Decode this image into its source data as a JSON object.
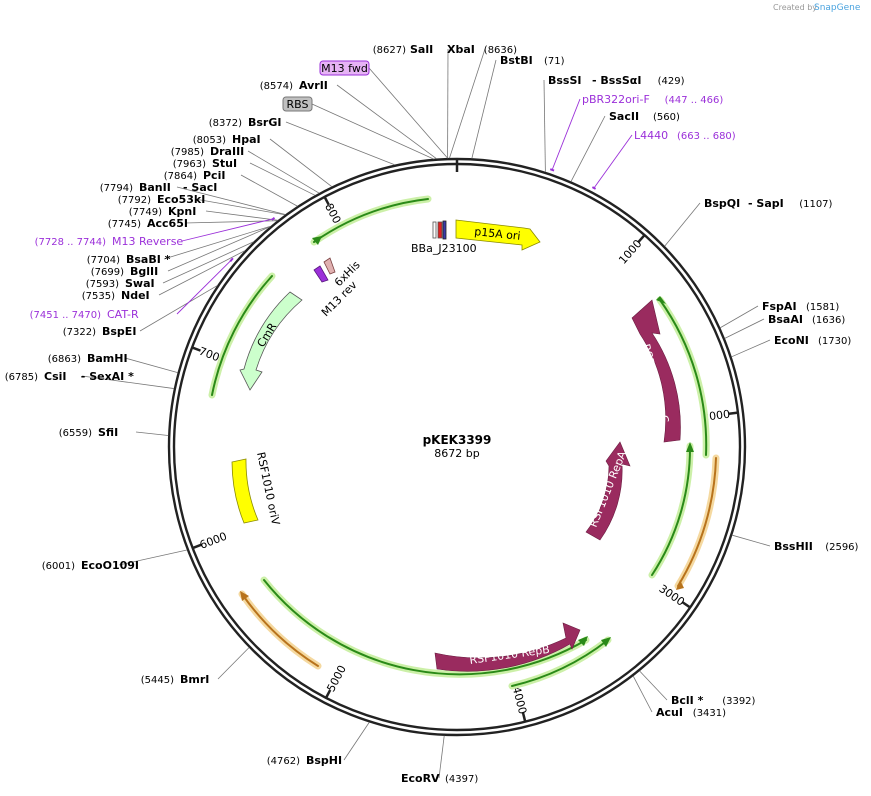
{
  "brand": {
    "created_by": "Created by",
    "app": "SnapGene"
  },
  "plasmid": {
    "name": "pKEK3399",
    "length_label": "8672 bp",
    "length": 8672
  },
  "colors": {
    "ring": "#222222",
    "cds": "#9a2b5f",
    "origin": "#ffff00",
    "marker": "#ccffcc",
    "primer": "#9b30d9",
    "arrow_green": "#2a8a18",
    "arrow_orange": "#b8731c"
  },
  "ticks": [
    {
      "pos": 1000,
      "label": "1000"
    },
    {
      "pos": 2000,
      "label": "2000"
    },
    {
      "pos": 3000,
      "label": "3000"
    },
    {
      "pos": 4000,
      "label": "4000"
    },
    {
      "pos": 5000,
      "label": "5000"
    },
    {
      "pos": 6000,
      "label": "6000"
    },
    {
      "pos": 7000,
      "label": "7000"
    },
    {
      "pos": 8000,
      "label": "8000"
    }
  ],
  "features": [
    {
      "name": "p15A ori",
      "start": 300,
      "end": 870,
      "kind": "origin"
    },
    {
      "name": "RSF1010 RepC",
      "start": 1670,
      "end": 2320,
      "kind": "cds"
    },
    {
      "name": "RSF1010 RepA",
      "start": 2450,
      "end": 3030,
      "kind": "cds"
    },
    {
      "name": "RSF1010 RepB",
      "start": 3920,
      "end": 4700,
      "kind": "cds"
    },
    {
      "name": "RSF1010 oriV",
      "start": 6270,
      "end": 6620,
      "kind": "origin"
    },
    {
      "name": "CmR",
      "start": 7020,
      "end": 7520,
      "kind": "marker"
    },
    {
      "name": "6xHis",
      "kind": "small"
    },
    {
      "name": "M13 rev",
      "kind": "small"
    },
    {
      "name": "BBa_J23100",
      "kind": "small"
    }
  ],
  "sites": [
    {
      "name": "SalI",
      "pos_label": "(8627)",
      "pos": 8627
    },
    {
      "name": "XbaI",
      "pos_label": "(8636)",
      "pos": 8636
    },
    {
      "name": "BstBI",
      "pos_label": "(71)",
      "pos": 71
    },
    {
      "name": "BssSI",
      "name2": "BssSαI",
      "pos_label": "(429)",
      "pos": 429
    },
    {
      "name": "SacII",
      "pos_label": "(560)",
      "pos": 560
    },
    {
      "name": "BspQI",
      "name2": "SapI",
      "pos_label": "(1107)",
      "pos": 1107
    },
    {
      "name": "FspAI",
      "pos_label": "(1581)",
      "pos": 1581
    },
    {
      "name": "BsaAI",
      "pos_label": "(1636)",
      "pos": 1636
    },
    {
      "name": "EcoNI",
      "pos_label": "(1730)",
      "pos": 1730
    },
    {
      "name": "BssHII",
      "pos_label": "(2596)",
      "pos": 2596
    },
    {
      "name": "BclI *",
      "pos_label": "(3392)",
      "pos": 3392
    },
    {
      "name": "AcuI",
      "pos_label": "(3431)",
      "pos": 3431
    },
    {
      "name": "EcoRV",
      "pos_label": "(4397)",
      "pos": 4397
    },
    {
      "name": "BspHI",
      "pos_label": "(4762)",
      "pos": 4762
    },
    {
      "name": "BmrI",
      "pos_label": "(5445)",
      "pos": 5445
    },
    {
      "name": "EcoO109I",
      "pos_label": "(6001)",
      "pos": 6001
    },
    {
      "name": "SfiI",
      "pos_label": "(6559)",
      "pos": 6559
    },
    {
      "name": "CsiI",
      "name2": "SexAI *",
      "pos_label": "(6785)",
      "pos": 6785
    },
    {
      "name": "BamHI",
      "pos_label": "(6863)",
      "pos": 6863
    },
    {
      "name": "BspEI",
      "pos_label": "(7322)",
      "pos": 7322
    },
    {
      "name": "NdeI",
      "pos_label": "(7535)",
      "pos": 7535
    },
    {
      "name": "SwaI",
      "pos_label": "(7593)",
      "pos": 7593
    },
    {
      "name": "BglII",
      "pos_label": "(7699)",
      "pos": 7699
    },
    {
      "name": "BsaBI *",
      "pos_label": "(7704)",
      "pos": 7704
    },
    {
      "name": "Acc65I",
      "pos_label": "(7745)",
      "pos": 7745
    },
    {
      "name": "KpnI",
      "pos_label": "(7749)",
      "pos": 7749
    },
    {
      "name": "Eco53kI",
      "pos_label": "(7792)",
      "pos": 7792
    },
    {
      "name": "BanII",
      "name2": "SacI",
      "pos_label": "(7794)",
      "pos": 7794
    },
    {
      "name": "PciI",
      "pos_label": "(7864)",
      "pos": 7864
    },
    {
      "name": "StuI",
      "pos_label": "(7963)",
      "pos": 7963
    },
    {
      "name": "DraIII",
      "pos_label": "(7985)",
      "pos": 7985
    },
    {
      "name": "HpaI",
      "pos_label": "(8053)",
      "pos": 8053
    },
    {
      "name": "BsrGI",
      "pos_label": "(8372)",
      "pos": 8372
    },
    {
      "name": "AvrII",
      "pos_label": "(8574)",
      "pos": 8574
    }
  ],
  "primers": [
    {
      "name": "pBR322ori-F",
      "range_label": "(447 .. 466)",
      "start": 447,
      "end": 466
    },
    {
      "name": "L4440",
      "range_label": "(663 .. 680)",
      "start": 663,
      "end": 680
    },
    {
      "name": "M13 Reverse",
      "range_label": "(7728 .. 7744)",
      "start": 7728,
      "end": 7744
    },
    {
      "name": "CAT-R",
      "range_label": "(7451 .. 7470)",
      "start": 7451,
      "end": 7470
    }
  ],
  "tags": [
    {
      "name": "M13 fwd",
      "fill": "#e6b3f5",
      "stroke": "#9b30d9"
    },
    {
      "name": "RBS",
      "fill": "#c0c0c0",
      "stroke": "#777777"
    }
  ]
}
